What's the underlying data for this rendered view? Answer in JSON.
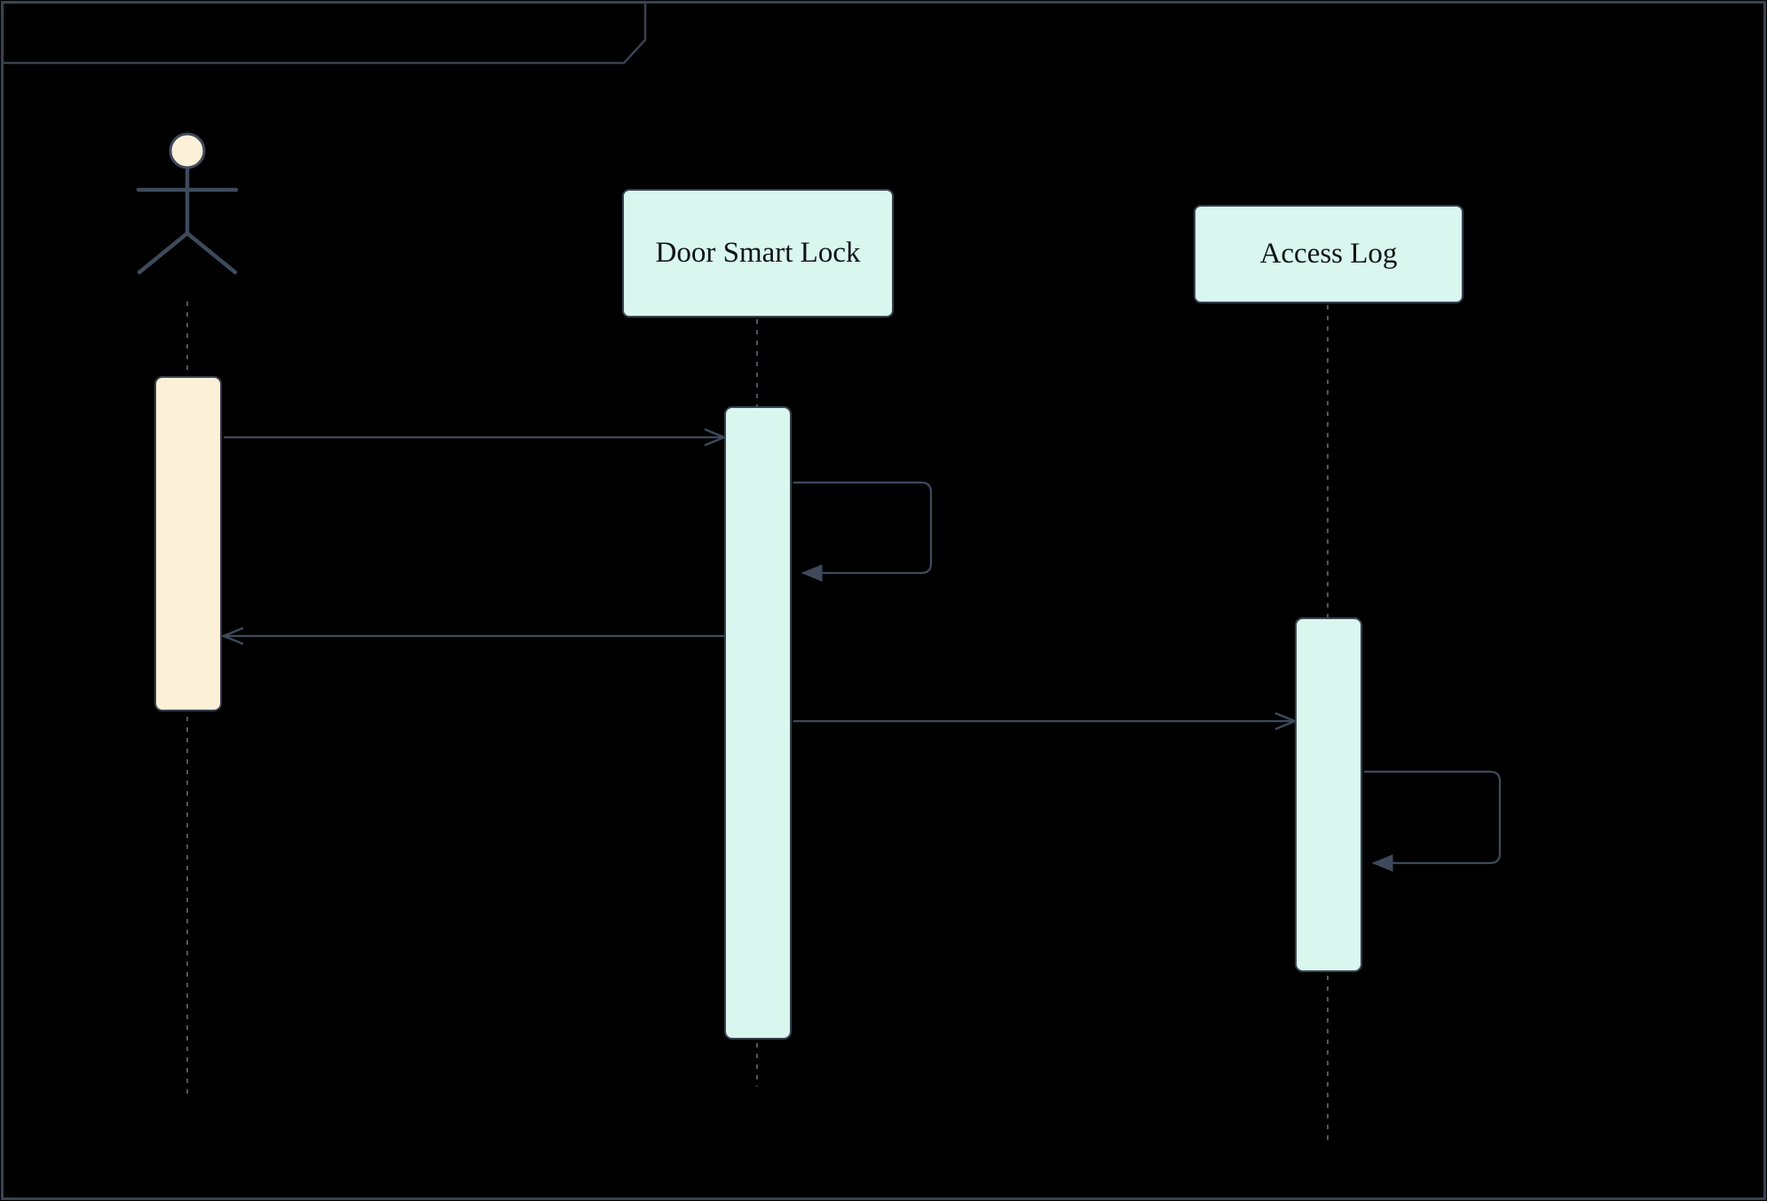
{
  "diagram": {
    "kind": "uml-sequence-diagram",
    "participants": {
      "actor": {
        "shape": "stick-figure"
      },
      "door_lock": {
        "label": "Door Smart Lock"
      },
      "access_log": {
        "label": "Access Log"
      }
    },
    "messages": [
      {
        "from": "actor",
        "to": "door_lock",
        "arrowhead": "open"
      },
      {
        "from": "door_lock",
        "to": "door_lock",
        "arrowhead": "filled",
        "self": true
      },
      {
        "from": "door_lock",
        "to": "actor",
        "arrowhead": "open"
      },
      {
        "from": "door_lock",
        "to": "access_log",
        "arrowhead": "open"
      },
      {
        "from": "access_log",
        "to": "access_log",
        "arrowhead": "filled",
        "self": true
      }
    ]
  },
  "colors": {
    "background": "#000000",
    "frame_border": "#3a4250",
    "box_fill": "#d9f6ef",
    "box_border": "#39424f",
    "box_text": "#101418",
    "actor_fill": "#fdf0d8",
    "stroke": "#3e4a5c",
    "lifeline": "#646a75"
  }
}
